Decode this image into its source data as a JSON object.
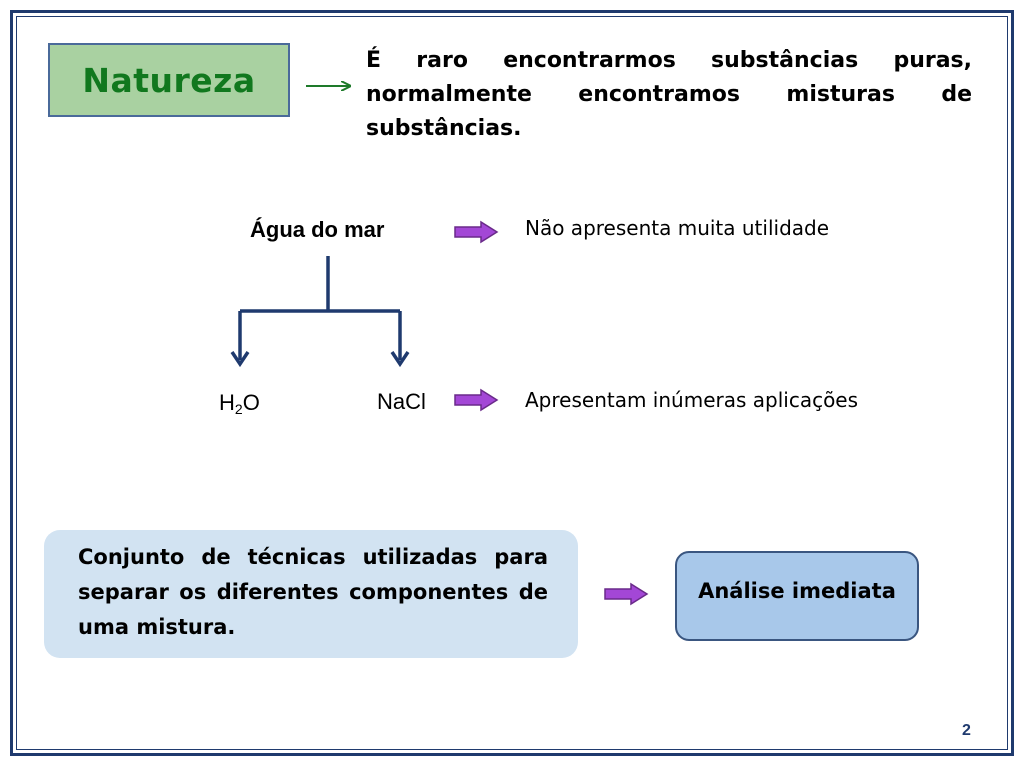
{
  "slide": {
    "natureza_label": "Natureza",
    "intro_text": "É raro encontrarmos substâncias puras, normalmente encontramos misturas de substâncias.",
    "diagram": {
      "source_label": "Água do mar",
      "source_note": "Não apresenta muita utilidade",
      "product_h2o": {
        "main": "H",
        "sub": "2",
        "tail": "O"
      },
      "product_nacl": "NaCl",
      "products_note": "Apresentam inúmeras aplicações"
    },
    "definition_text": "Conjunto de técnicas utilizadas para separar os diferentes componentes de uma mistura.",
    "result_label": "Análise imediata",
    "page_number": "2"
  },
  "icons": [
    "green-arrow-icon",
    "purple-arrow-icon",
    "blue-down-arrow-icon"
  ],
  "colors": {
    "frame": "#1f3a6e",
    "natureza_fill": "#a9d1a1",
    "natureza_text": "#11781e",
    "purple_arrow_fill": "#a347d6",
    "blue_box_fill": "#d2e3f2",
    "analise_fill": "#a8c8ea",
    "tree_lines": "#1f3a6e"
  }
}
